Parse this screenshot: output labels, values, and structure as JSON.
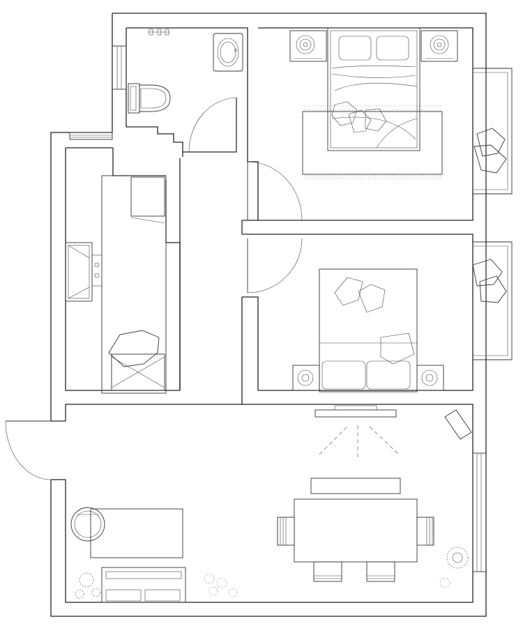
{
  "drawing": {
    "stroke_color": "#222222",
    "background": "#ffffff",
    "watermark_text": ""
  },
  "rooms": [
    {
      "id": "bathroom",
      "fixtures": [
        "toilet-icon",
        "washbasin-icon",
        "faucet-icon"
      ]
    },
    {
      "id": "master-bedroom",
      "fixtures": [
        "double-bed-icon",
        "nightstand-icon",
        "nightstand-icon",
        "rug-icon",
        "window-cushions-icon"
      ]
    },
    {
      "id": "kitchen",
      "fixtures": [
        "counter-icon",
        "stove-icon",
        "fridge-icon",
        "sink-icon",
        "shower-icon"
      ]
    },
    {
      "id": "second-bedroom",
      "fixtures": [
        "bed-icon",
        "nightstand-icon",
        "nightstand-icon",
        "pillows-icon",
        "window-cushions-icon"
      ]
    },
    {
      "id": "living-room",
      "fixtures": [
        "tv-icon",
        "tv-bench-icon",
        "dining-table-icon",
        "chair-icon",
        "sofa-icon",
        "armchair-icon",
        "plant-icon",
        "lamp-icon"
      ]
    }
  ],
  "doors": [
    "entrance-door",
    "bathroom-door",
    "master-bedroom-door",
    "second-bedroom-door"
  ]
}
